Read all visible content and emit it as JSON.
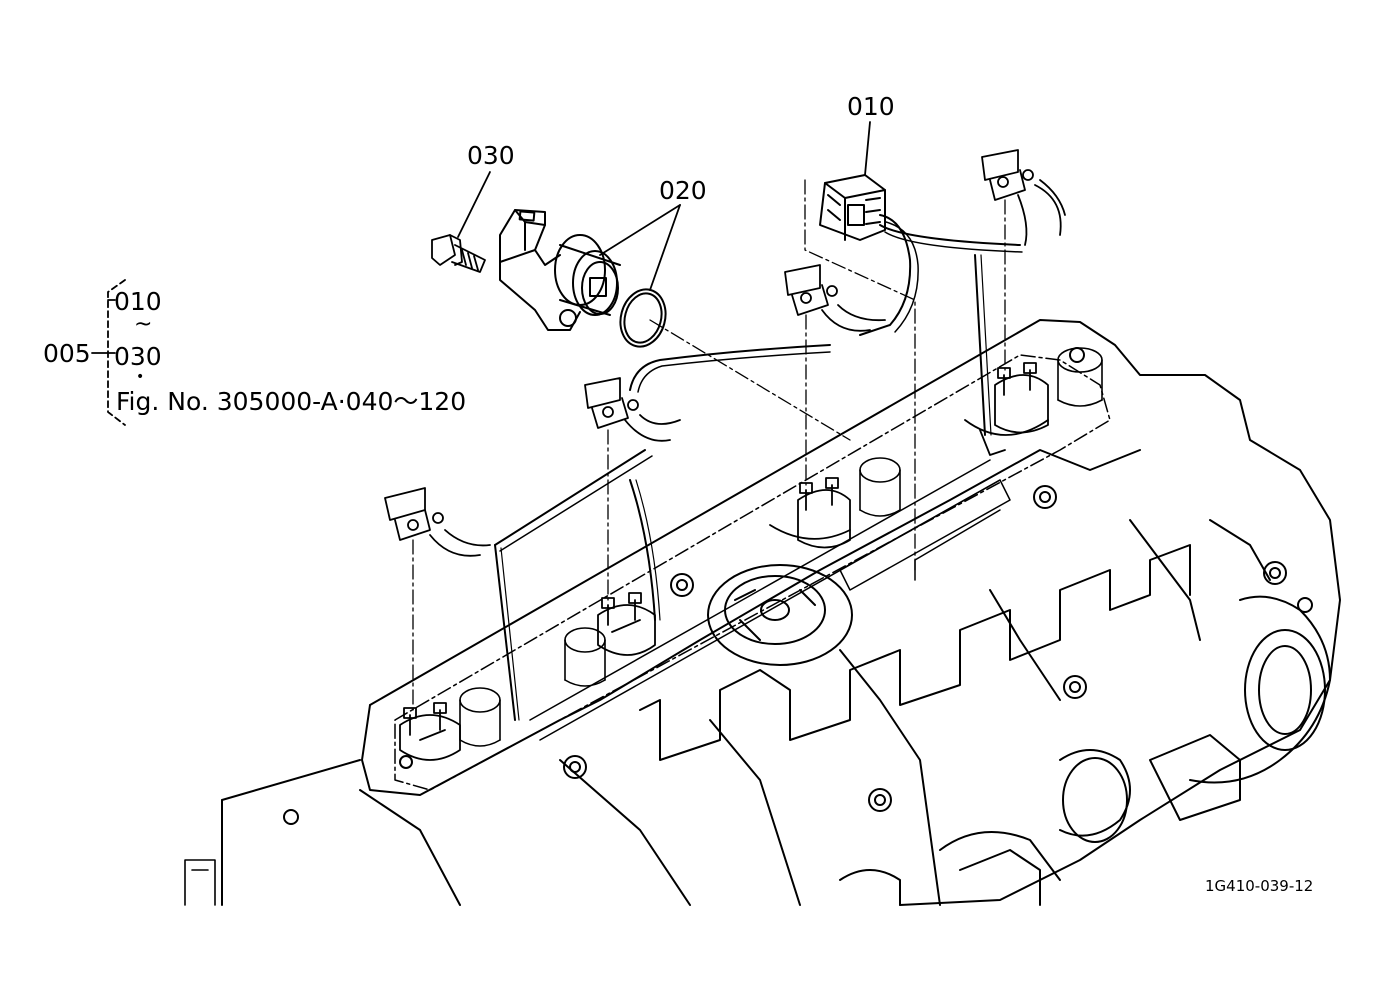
{
  "callouts": {
    "p010": "010",
    "p020": "020",
    "p030": "030"
  },
  "assembly": {
    "code": "005",
    "range_start": "010",
    "tilde": "~",
    "range_end": "030",
    "dot": "•",
    "fig_ref": "Fig. No. 305000-A·040～120"
  },
  "drawing_number": "1G410-039-12",
  "icons": {
    "sensor": "crank-sensor-icon",
    "connector": "connector-icon",
    "bolt": "bolt-icon",
    "o_ring": "o-ring-icon",
    "glow_plug": "glow-plug-icon",
    "engine": "cylinder-head-icon"
  }
}
